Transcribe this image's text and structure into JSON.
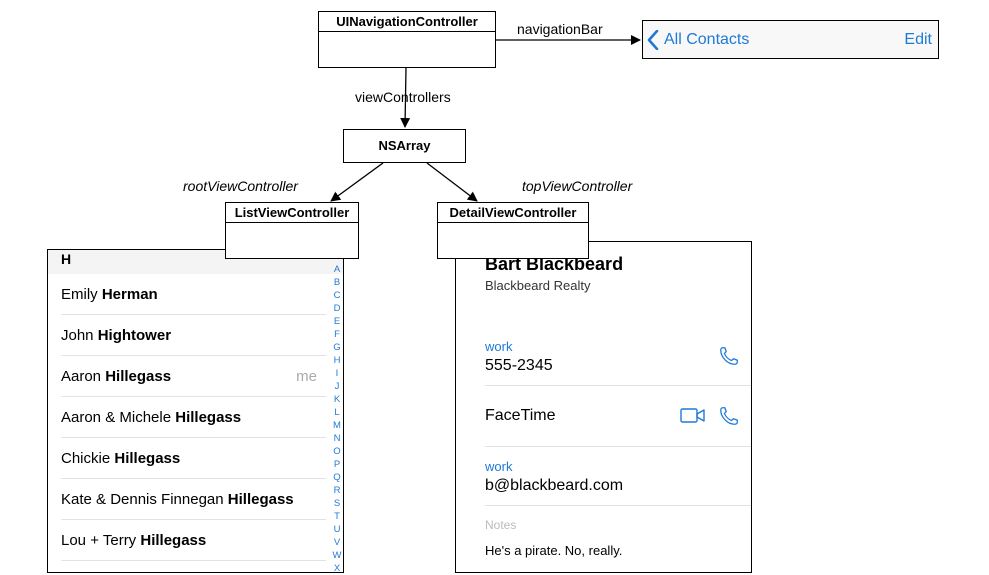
{
  "nodes": {
    "nav_controller": "UINavigationController",
    "nsarray": "NSArray",
    "list_controller": "ListViewController",
    "detail_controller": "DetailViewController"
  },
  "edges": {
    "navigation_bar": "navigationBar",
    "view_controllers": "viewControllers",
    "root_view_controller": "rootViewController",
    "top_view_controller": "topViewController"
  },
  "nav_bar": {
    "back_label": "All Contacts",
    "edit_label": "Edit"
  },
  "contact_list": {
    "section_header": "H",
    "rows": [
      {
        "first": "Emily",
        "last": "Herman",
        "badge": ""
      },
      {
        "first": "John",
        "last": "Hightower",
        "badge": ""
      },
      {
        "first": "Aaron",
        "last": "Hillegass",
        "badge": "me"
      },
      {
        "first": "Aaron & Michele",
        "last": "Hillegass",
        "badge": ""
      },
      {
        "first": "Chickie",
        "last": "Hillegass",
        "badge": ""
      },
      {
        "first": "Kate & Dennis Finnegan",
        "last": "Hillegass",
        "badge": ""
      },
      {
        "first": "Lou + Terry",
        "last": "Hillegass",
        "badge": ""
      }
    ],
    "index_letters": [
      "A",
      "B",
      "C",
      "D",
      "E",
      "F",
      "G",
      "H",
      "I",
      "J",
      "K",
      "L",
      "M",
      "N",
      "O",
      "P",
      "Q",
      "R",
      "S",
      "T",
      "U",
      "V",
      "W",
      "X"
    ]
  },
  "contact_detail": {
    "name": "Bart Blackbeard",
    "company": "Blackbeard Realty",
    "phone_label": "work",
    "phone_value": "555-2345",
    "facetime_label": "FaceTime",
    "email_label": "work",
    "email_value": "b@blackbeard.com",
    "notes_label": "Notes",
    "notes_value": "He's a pirate. No, really."
  },
  "colors": {
    "ios_blue": "#1f7ad6",
    "separator": "#e2e2e2",
    "border": "#000000"
  },
  "icons": {
    "back": "chevron-left-icon",
    "phone": "phone-icon",
    "video": "video-camera-icon"
  }
}
